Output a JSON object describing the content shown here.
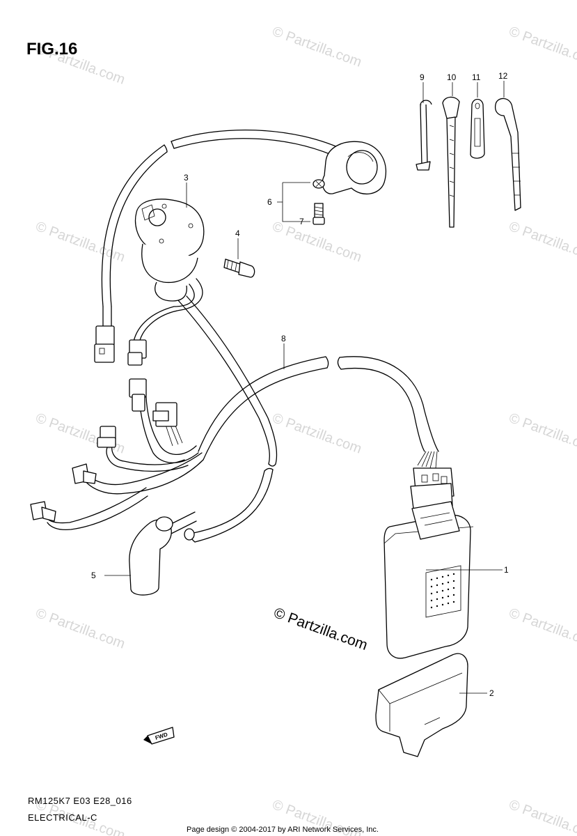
{
  "figure": {
    "title": "FIG.16",
    "model_code": "RM125K7 E03 E28_016",
    "section": "ELECTRICAL-C",
    "credit": "Page design © 2004-2017 by ARI Network Services, Inc.",
    "watermark_main": "© Partzilla.com",
    "watermark_tile": "© Partzilla.com",
    "fwd_label": "FWD"
  },
  "callouts": {
    "c1": "1",
    "c2": "2",
    "c3": "3",
    "c4": "4",
    "c5": "5",
    "c6": "6",
    "c7": "7",
    "c8": "8",
    "c9": "9",
    "c10": "10",
    "c11": "11",
    "c12": "12"
  }
}
